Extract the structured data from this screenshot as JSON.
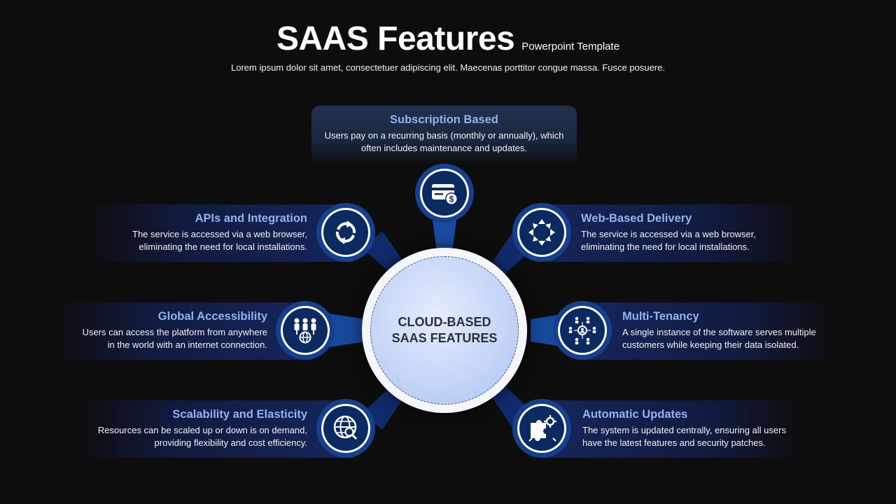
{
  "header": {
    "title": "SAAS Features",
    "title_suffix": "Powerpoint Template",
    "description": "Lorem ipsum dolor sit amet, consectetuer adipiscing elit. Maecenas porttitor congue massa. Fusce posuere."
  },
  "hub": {
    "line1": "CLOUD-BASED",
    "line2": "SAAS FEATURES"
  },
  "features": {
    "subscription": {
      "title": "Subscription Based",
      "line1": "Users pay on a recurring basis (monthly or annually), which",
      "line2": "often includes maintenance and updates.",
      "icon": "credit-card-dollar-icon"
    },
    "apis": {
      "title": "APIs and Integration",
      "line1": "The service is accessed via a web browser,",
      "line2": "eliminating the need for local installations.",
      "icon": "sync-arrows-icon"
    },
    "web": {
      "title": "Web-Based Delivery",
      "line1": "The service is accessed via a web browser,",
      "line2": "eliminating the need for local installations.",
      "icon": "expand-arrows-icon"
    },
    "global": {
      "title": "Global Accessibility",
      "line1": "Users can access the platform from anywhere",
      "line2": "in the world with an internet connection.",
      "icon": "people-globe-icon"
    },
    "tenancy": {
      "title": "Multi-Tenancy",
      "line1": "A single instance of the software serves multiple",
      "line2": "customers while keeping their data isolated.",
      "icon": "network-users-icon"
    },
    "scalability": {
      "title": "Scalability and Elasticity",
      "line1": "Resources can be scaled up or down is on demand,",
      "line2": "providing flexibility and cost efficiency.",
      "icon": "globe-search-icon"
    },
    "updates": {
      "title": "Automatic Updates",
      "line1": "The system is updated centrally, ensuring all users",
      "line2": "have the latest features and security patches.",
      "icon": "puzzle-gear-icon"
    }
  },
  "colors": {
    "background": "#0d0d0e",
    "accent_title": "#8fb4ee",
    "node_ring": "#14408e",
    "node_fill": "#0c2a62"
  }
}
